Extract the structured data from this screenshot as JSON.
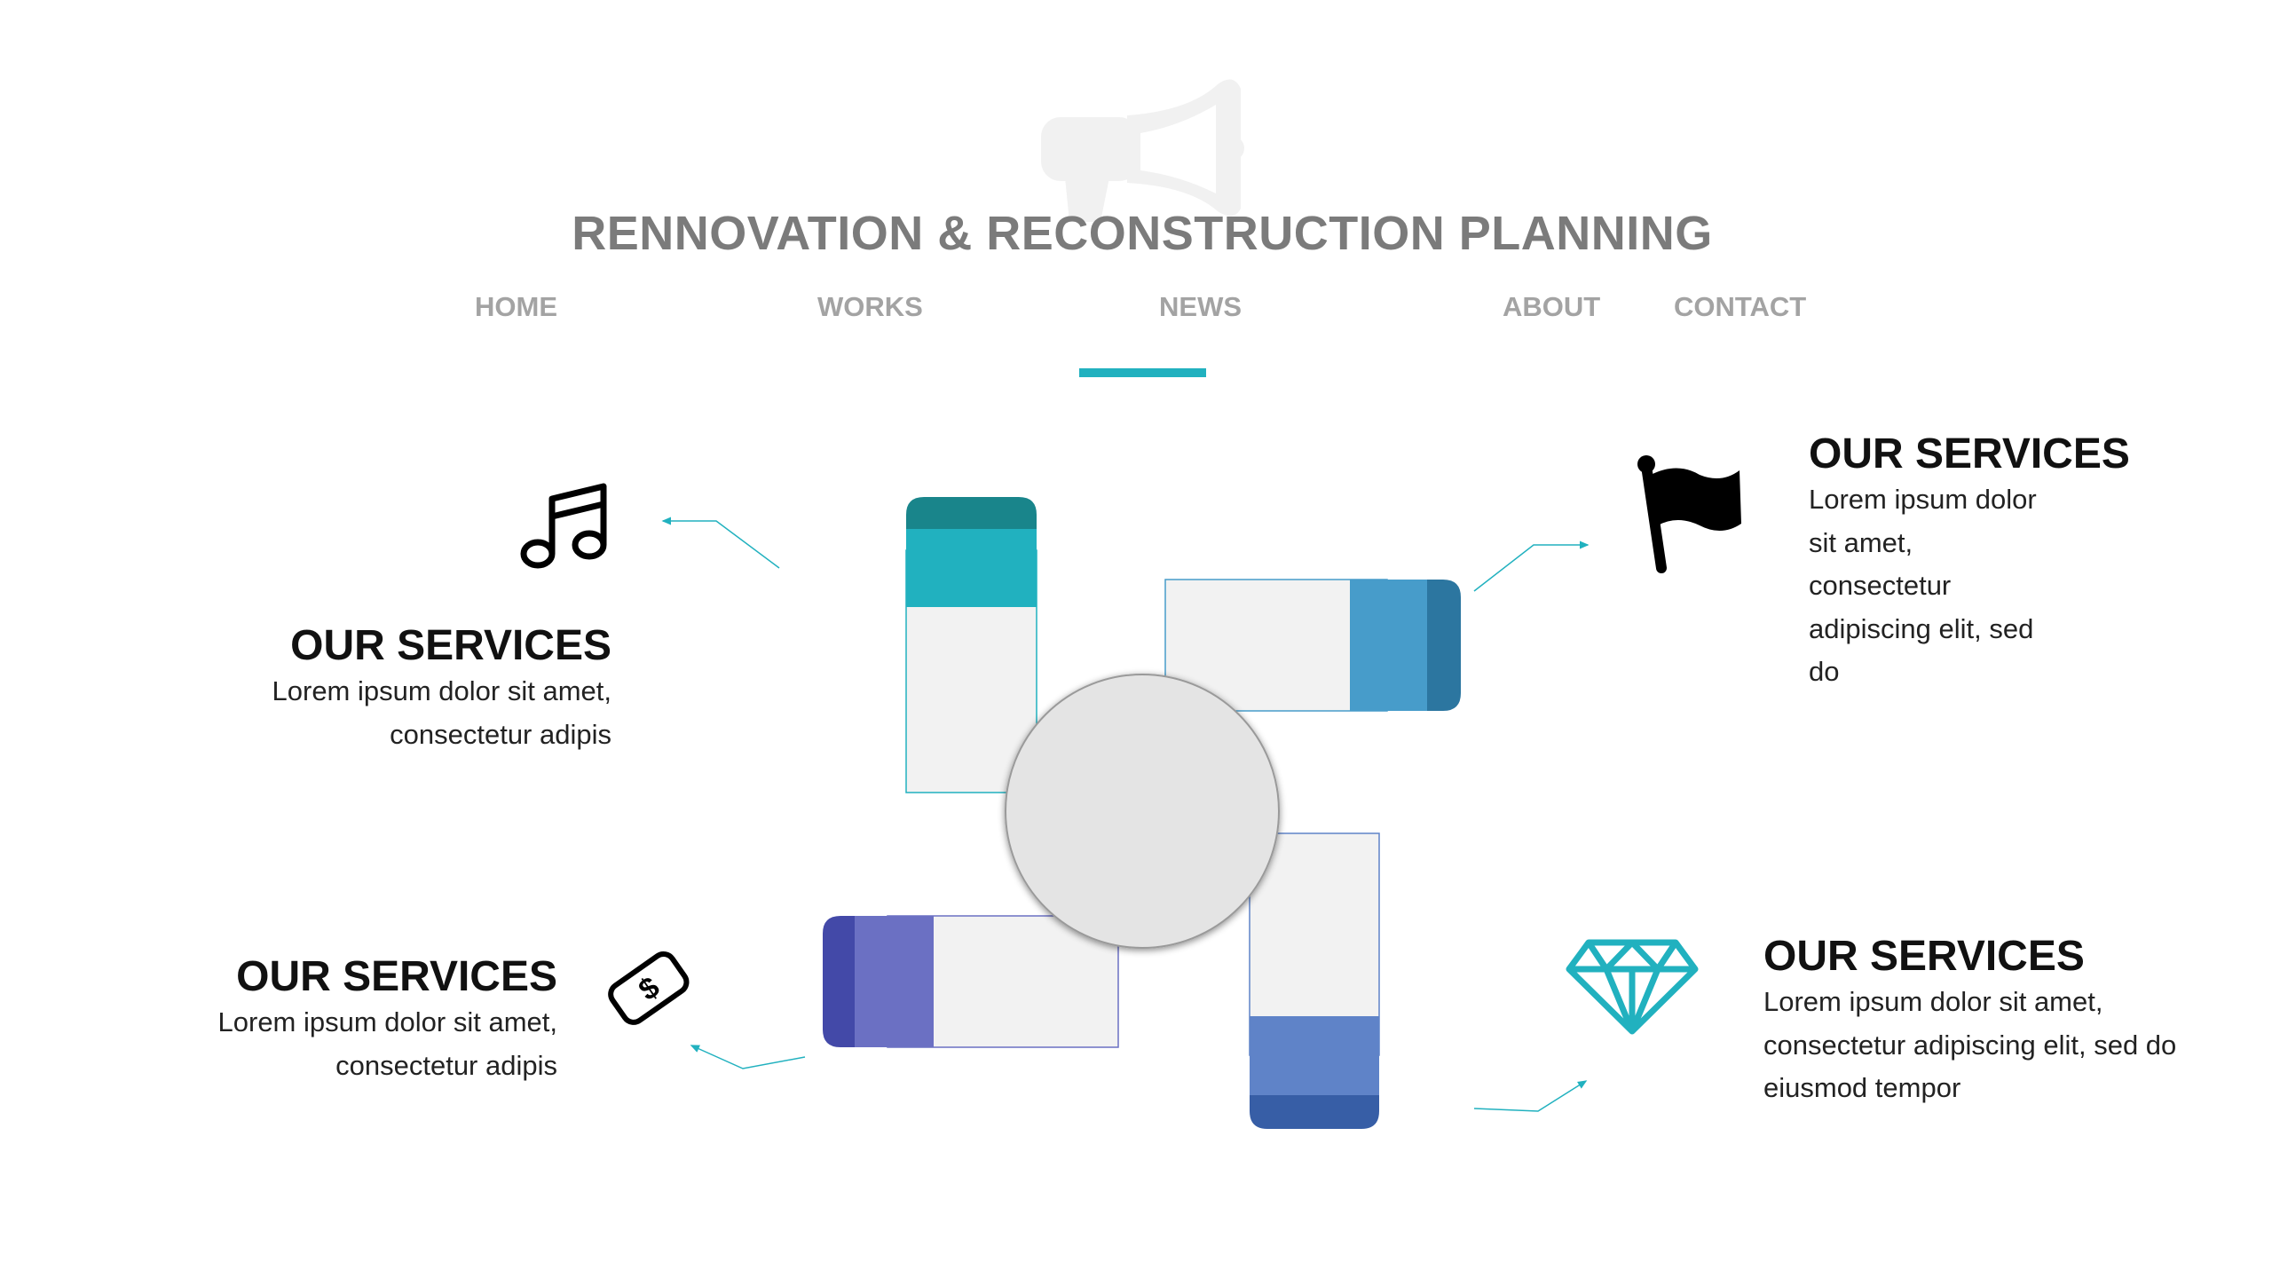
{
  "header": {
    "title": "RENNOVATION & RECONSTRUCTION PLANNING",
    "background_icon": "megaphone-icon"
  },
  "nav": {
    "items": [
      {
        "label": "HOME"
      },
      {
        "label": "WORKS"
      },
      {
        "label": "NEWS",
        "active": true
      },
      {
        "label": "ABOUT"
      },
      {
        "label": "CONTACT"
      }
    ],
    "accent": "#21b1bf"
  },
  "services": [
    {
      "icon": "music-note-icon",
      "heading": "OUR SERVICES",
      "body": [
        "Lorem ipsum dolor sit amet,",
        "consectetur adipis"
      ]
    },
    {
      "icon": "flag-icon",
      "heading": "OUR SERVICES",
      "body": [
        "Lorem ipsum dolor",
        "sit amet,",
        "consectetur",
        "adipiscing elit, sed",
        "do"
      ]
    },
    {
      "icon": "money-bill-icon",
      "heading": "OUR SERVICES",
      "body": [
        "Lorem ipsum dolor sit amet,",
        "consectetur adipis"
      ]
    },
    {
      "icon": "diamond-icon",
      "heading": "OUR SERVICES",
      "body": [
        "Lorem ipsum dolor sit amet,",
        "consectetur adipiscing elit, sed do",
        "eiusmod tempor"
      ]
    }
  ],
  "colors": {
    "teal_dark": "#19858b",
    "teal": "#21b1bf",
    "blue": "#479cca",
    "blue_dark": "#2c76a0",
    "periwinkle": "#5f83c8",
    "navy": "#375ea6",
    "purple": "#6b70c3",
    "indigo": "#4349a8",
    "panel": "#f2f2f2",
    "hub": "#e4e4e4"
  }
}
